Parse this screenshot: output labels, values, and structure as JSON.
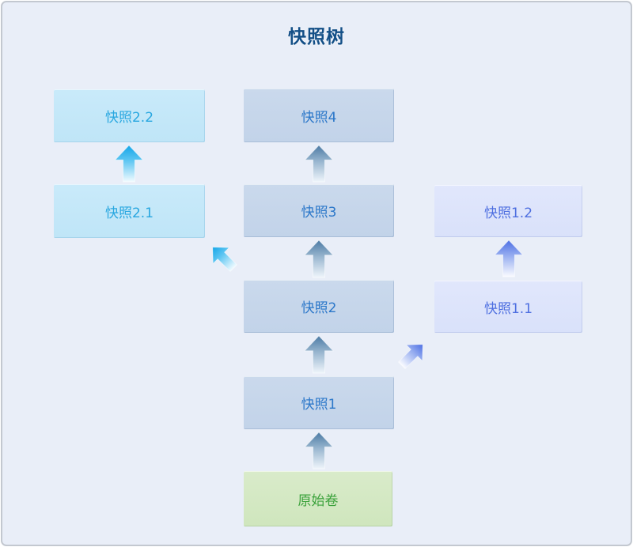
{
  "title": "快照树",
  "colors": {
    "canvas_bg": "#e9eef8",
    "canvas_border": "#c3c8d0",
    "title_text": "#134f87",
    "center_box_bg": "#c4d5ea",
    "center_box_text": "#2b77c9",
    "cyan_box_bg": "#c3e7f8",
    "cyan_box_text": "#29a7e0",
    "violet_box_bg": "#dde4fb",
    "violet_box_text": "#4e6fe0",
    "origin_box_bg": "#d3e8c2",
    "origin_box_text": "#3ba23b",
    "center_arrow": "#4b7aa4",
    "cyan_arrow": "#14a5e8",
    "violet_arrow": "#4d6fe4"
  },
  "nodes": [
    {
      "id": "snapshot-2-2",
      "label": "快照2.2"
    },
    {
      "id": "snapshot-4",
      "label": "快照4"
    },
    {
      "id": "snapshot-2-1",
      "label": "快照2.1"
    },
    {
      "id": "snapshot-3",
      "label": "快照3"
    },
    {
      "id": "snapshot-1-2",
      "label": "快照1.2"
    },
    {
      "id": "snapshot-2",
      "label": "快照2"
    },
    {
      "id": "snapshot-1-1",
      "label": "快照1.1"
    },
    {
      "id": "snapshot-1",
      "label": "快照1"
    },
    {
      "id": "origin-volume",
      "label": "原始卷"
    }
  ],
  "connectors": [
    {
      "from": "原始卷",
      "to": "快照1",
      "direction": "up",
      "color": "#4b7aa4"
    },
    {
      "from": "快照1",
      "to": "快照2",
      "direction": "up",
      "color": "#4b7aa4"
    },
    {
      "from": "快照2",
      "to": "快照3",
      "direction": "up",
      "color": "#4b7aa4"
    },
    {
      "from": "快照3",
      "to": "快照4",
      "direction": "up",
      "color": "#4b7aa4"
    },
    {
      "from": "快照2.1",
      "to": "快照2.2",
      "direction": "up",
      "color": "#14a5e8"
    },
    {
      "from": "快照1.1",
      "to": "快照1.2",
      "direction": "up",
      "color": "#4d6fe4"
    },
    {
      "from": "快照2",
      "to": "快照2.1",
      "direction": "up-left",
      "color": "#14a5e8"
    },
    {
      "from": "快照1",
      "to": "快照1.1",
      "direction": "up-right",
      "color": "#4d6fe4"
    }
  ]
}
